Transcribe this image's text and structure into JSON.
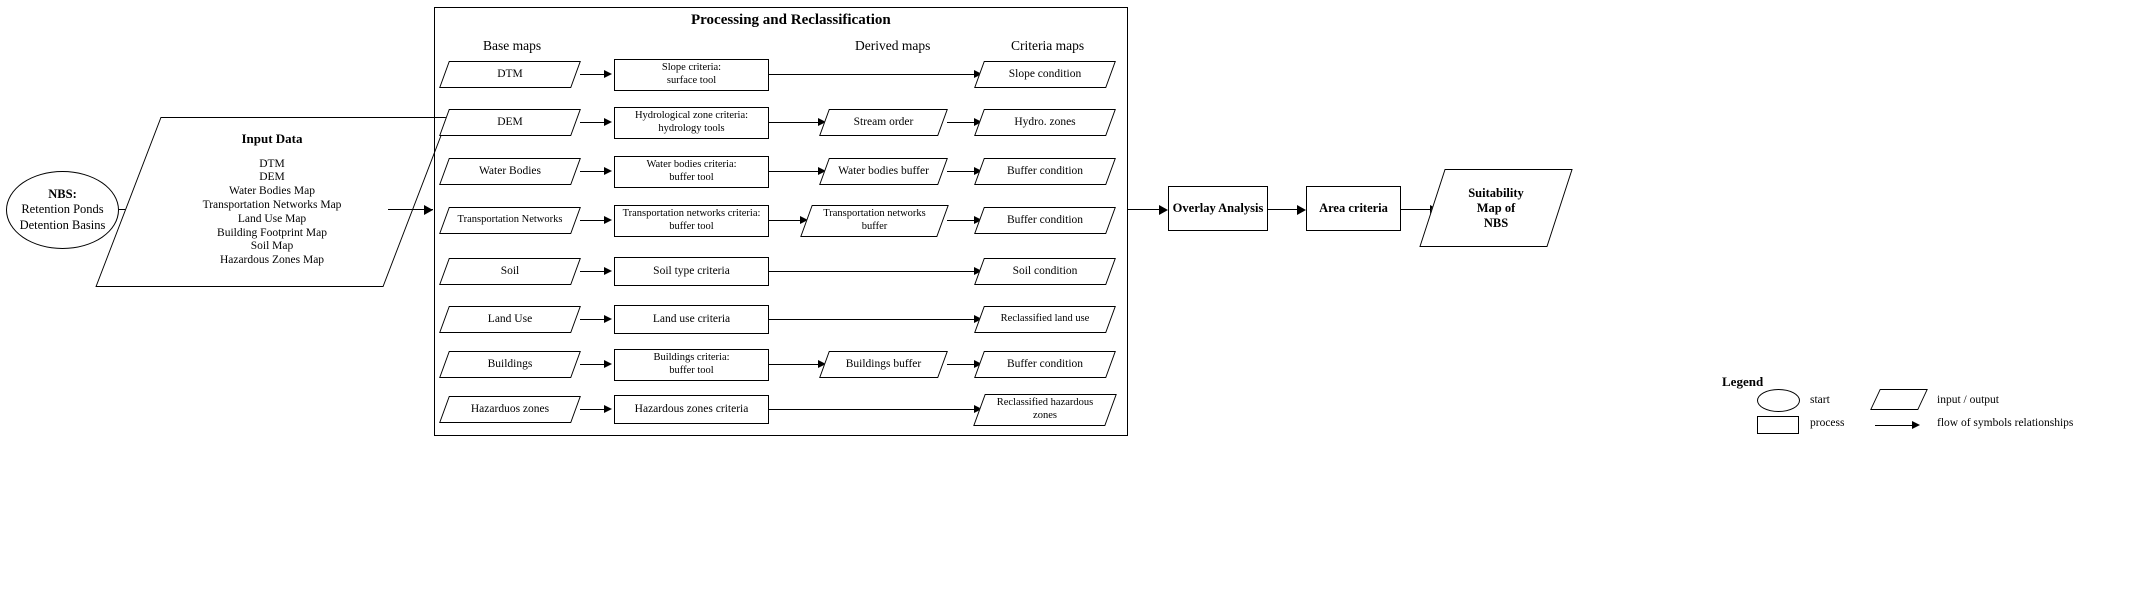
{
  "start": {
    "title": "NBS:",
    "lines": [
      "Retention Ponds",
      "Detention Basins"
    ]
  },
  "input_data": {
    "title": "Input Data",
    "items": [
      "DTM",
      "DEM",
      "Water Bodies Map",
      "Transportation Networks Map",
      "Land Use Map",
      "Building Footprint Map",
      "Soil Map",
      "Hazardous Zones Map"
    ]
  },
  "processing": {
    "title": "Processing and Reclassification",
    "column_headers": {
      "base_maps": "Base maps",
      "derived_maps": "Derived maps",
      "criteria_maps": "Criteria maps"
    },
    "rows": [
      {
        "base_map": "DTM",
        "criteria_process": "Slope criteria:\nsurface tool",
        "criteria_process_l1": "Slope criteria:",
        "criteria_process_l2": "surface tool",
        "derived_map": "",
        "criteria_map_l1": "Slope condition",
        "criteria_map_l2": ""
      },
      {
        "base_map": "DEM",
        "criteria_process_l1": "Hydrological zone criteria:",
        "criteria_process_l2": "hydrology tools",
        "derived_map": "Stream order",
        "criteria_map_l1": "Hydro. zones",
        "criteria_map_l2": ""
      },
      {
        "base_map": "Water Bodies",
        "criteria_process_l1": "Water bodies criteria:",
        "criteria_process_l2": "buffer tool",
        "derived_map": "Water bodies buffer",
        "criteria_map_l1": "Buffer condition",
        "criteria_map_l2": ""
      },
      {
        "base_map": "Transportation Networks",
        "criteria_process_l1": "Transportation networks criteria:",
        "criteria_process_l2": "buffer tool",
        "derived_map_l1": "Transportation networks",
        "derived_map_l2": "buffer",
        "criteria_map_l1": "Buffer condition",
        "criteria_map_l2": ""
      },
      {
        "base_map": "Soil",
        "criteria_process_l1": "Soil type criteria",
        "criteria_process_l2": "",
        "derived_map": "",
        "criteria_map_l1": "Soil condition",
        "criteria_map_l2": ""
      },
      {
        "base_map": "Land Use",
        "criteria_process_l1": "Land use criteria",
        "criteria_process_l2": "",
        "derived_map": "",
        "criteria_map_l1": "Reclassified land use",
        "criteria_map_l2": ""
      },
      {
        "base_map": "Buildings",
        "criteria_process_l1": "Buildings criteria:",
        "criteria_process_l2": "buffer tool",
        "derived_map": "Buildings buffer",
        "criteria_map_l1": "Buffer condition",
        "criteria_map_l2": ""
      },
      {
        "base_map": "Hazarduos zones",
        "criteria_process_l1": "Hazardous zones criteria",
        "criteria_process_l2": "",
        "derived_map": "",
        "criteria_map_l1": "Reclassified hazardous",
        "criteria_map_l2": "zones"
      }
    ]
  },
  "output_chain": {
    "overlay_analysis": "Overlay Analysis",
    "area_criteria": "Area criteria",
    "suitability_map_l1": "Suitability",
    "suitability_map_l2": "Map of",
    "suitability_map_l3": "NBS"
  },
  "legend": {
    "title": "Legend",
    "items": [
      {
        "symbol": "ellipse-icon",
        "label": "start"
      },
      {
        "symbol": "parallelogram-icon",
        "label": "input / output"
      },
      {
        "symbol": "rectangle-icon",
        "label": "process"
      },
      {
        "symbol": "arrow-icon",
        "label": "flow of symbols relationships"
      }
    ]
  },
  "colors": {
    "stroke": "#000000",
    "background": "#ffffff"
  }
}
